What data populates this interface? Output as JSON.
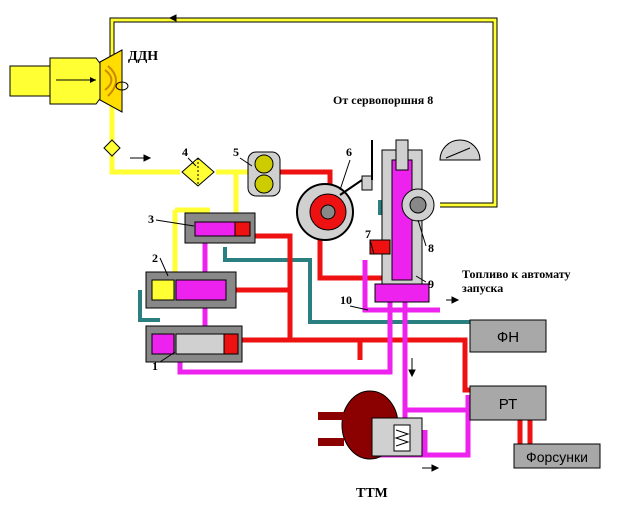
{
  "labels": {
    "ddn": "ДДН",
    "servo": "От сервопоршня 8",
    "fuel_to": "Топливо к автомату",
    "fuel_to_2": "запуска",
    "ttm": "ТТМ"
  },
  "numbers": {
    "n1": "1",
    "n2": "2",
    "n3": "3",
    "n4": "4",
    "n5": "5",
    "n6": "6",
    "n7": "7",
    "n8": "8",
    "n9": "9",
    "n10": "10"
  },
  "boxes": {
    "fn": "ФН",
    "rt": "РТ",
    "nozzles": "Форсунки"
  },
  "colors": {
    "yellow": "#ffff33",
    "red": "#ee1111",
    "magenta": "#ee22ee",
    "teal": "#2a8080",
    "gray": "#a8a8a8",
    "darkred": "#8b0000"
  }
}
